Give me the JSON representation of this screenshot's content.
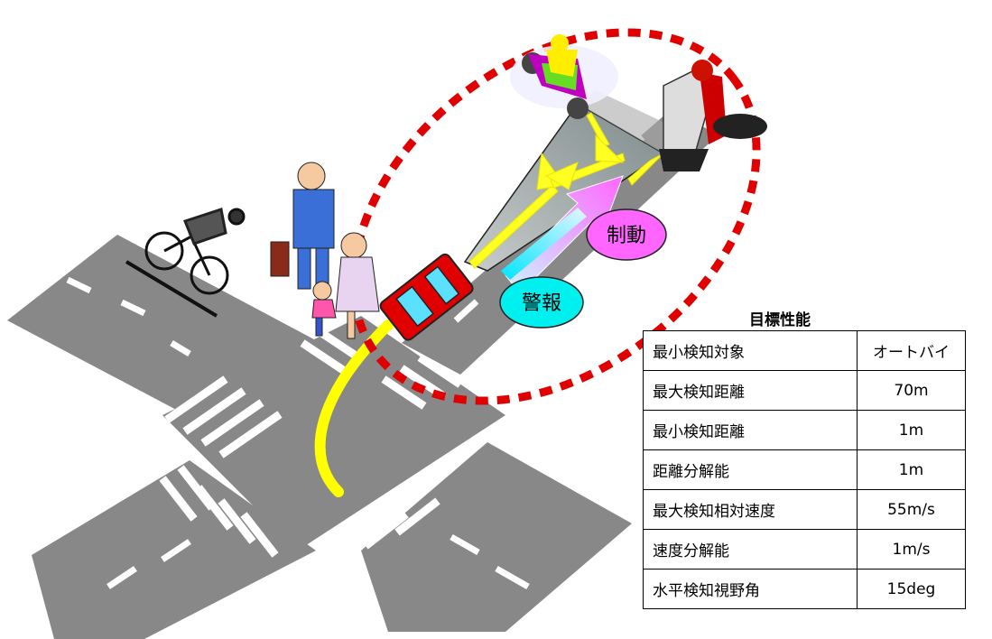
{
  "labels": {
    "alarm": "警報",
    "braking": "制動"
  },
  "spec": {
    "title": "目標性能",
    "rows": [
      {
        "item": "最小検知対象",
        "value": "オートバイ"
      },
      {
        "item": "最大検知距離",
        "value": "70m"
      },
      {
        "item": "最小検知距離",
        "value": "1m"
      },
      {
        "item": "距離分解能",
        "value": "1m"
      },
      {
        "item": "最大検知相対速度",
        "value": "55m/s"
      },
      {
        "item": "速度分解能",
        "value": "1m/s"
      },
      {
        "item": "水平検知視野角",
        "value": "15deg"
      }
    ]
  },
  "colors": {
    "road": "#888888",
    "zone": "#e00000",
    "path": "#ffff00",
    "alarm": "#00ffff",
    "braking": "#ff66ff",
    "car": "#e00000"
  }
}
